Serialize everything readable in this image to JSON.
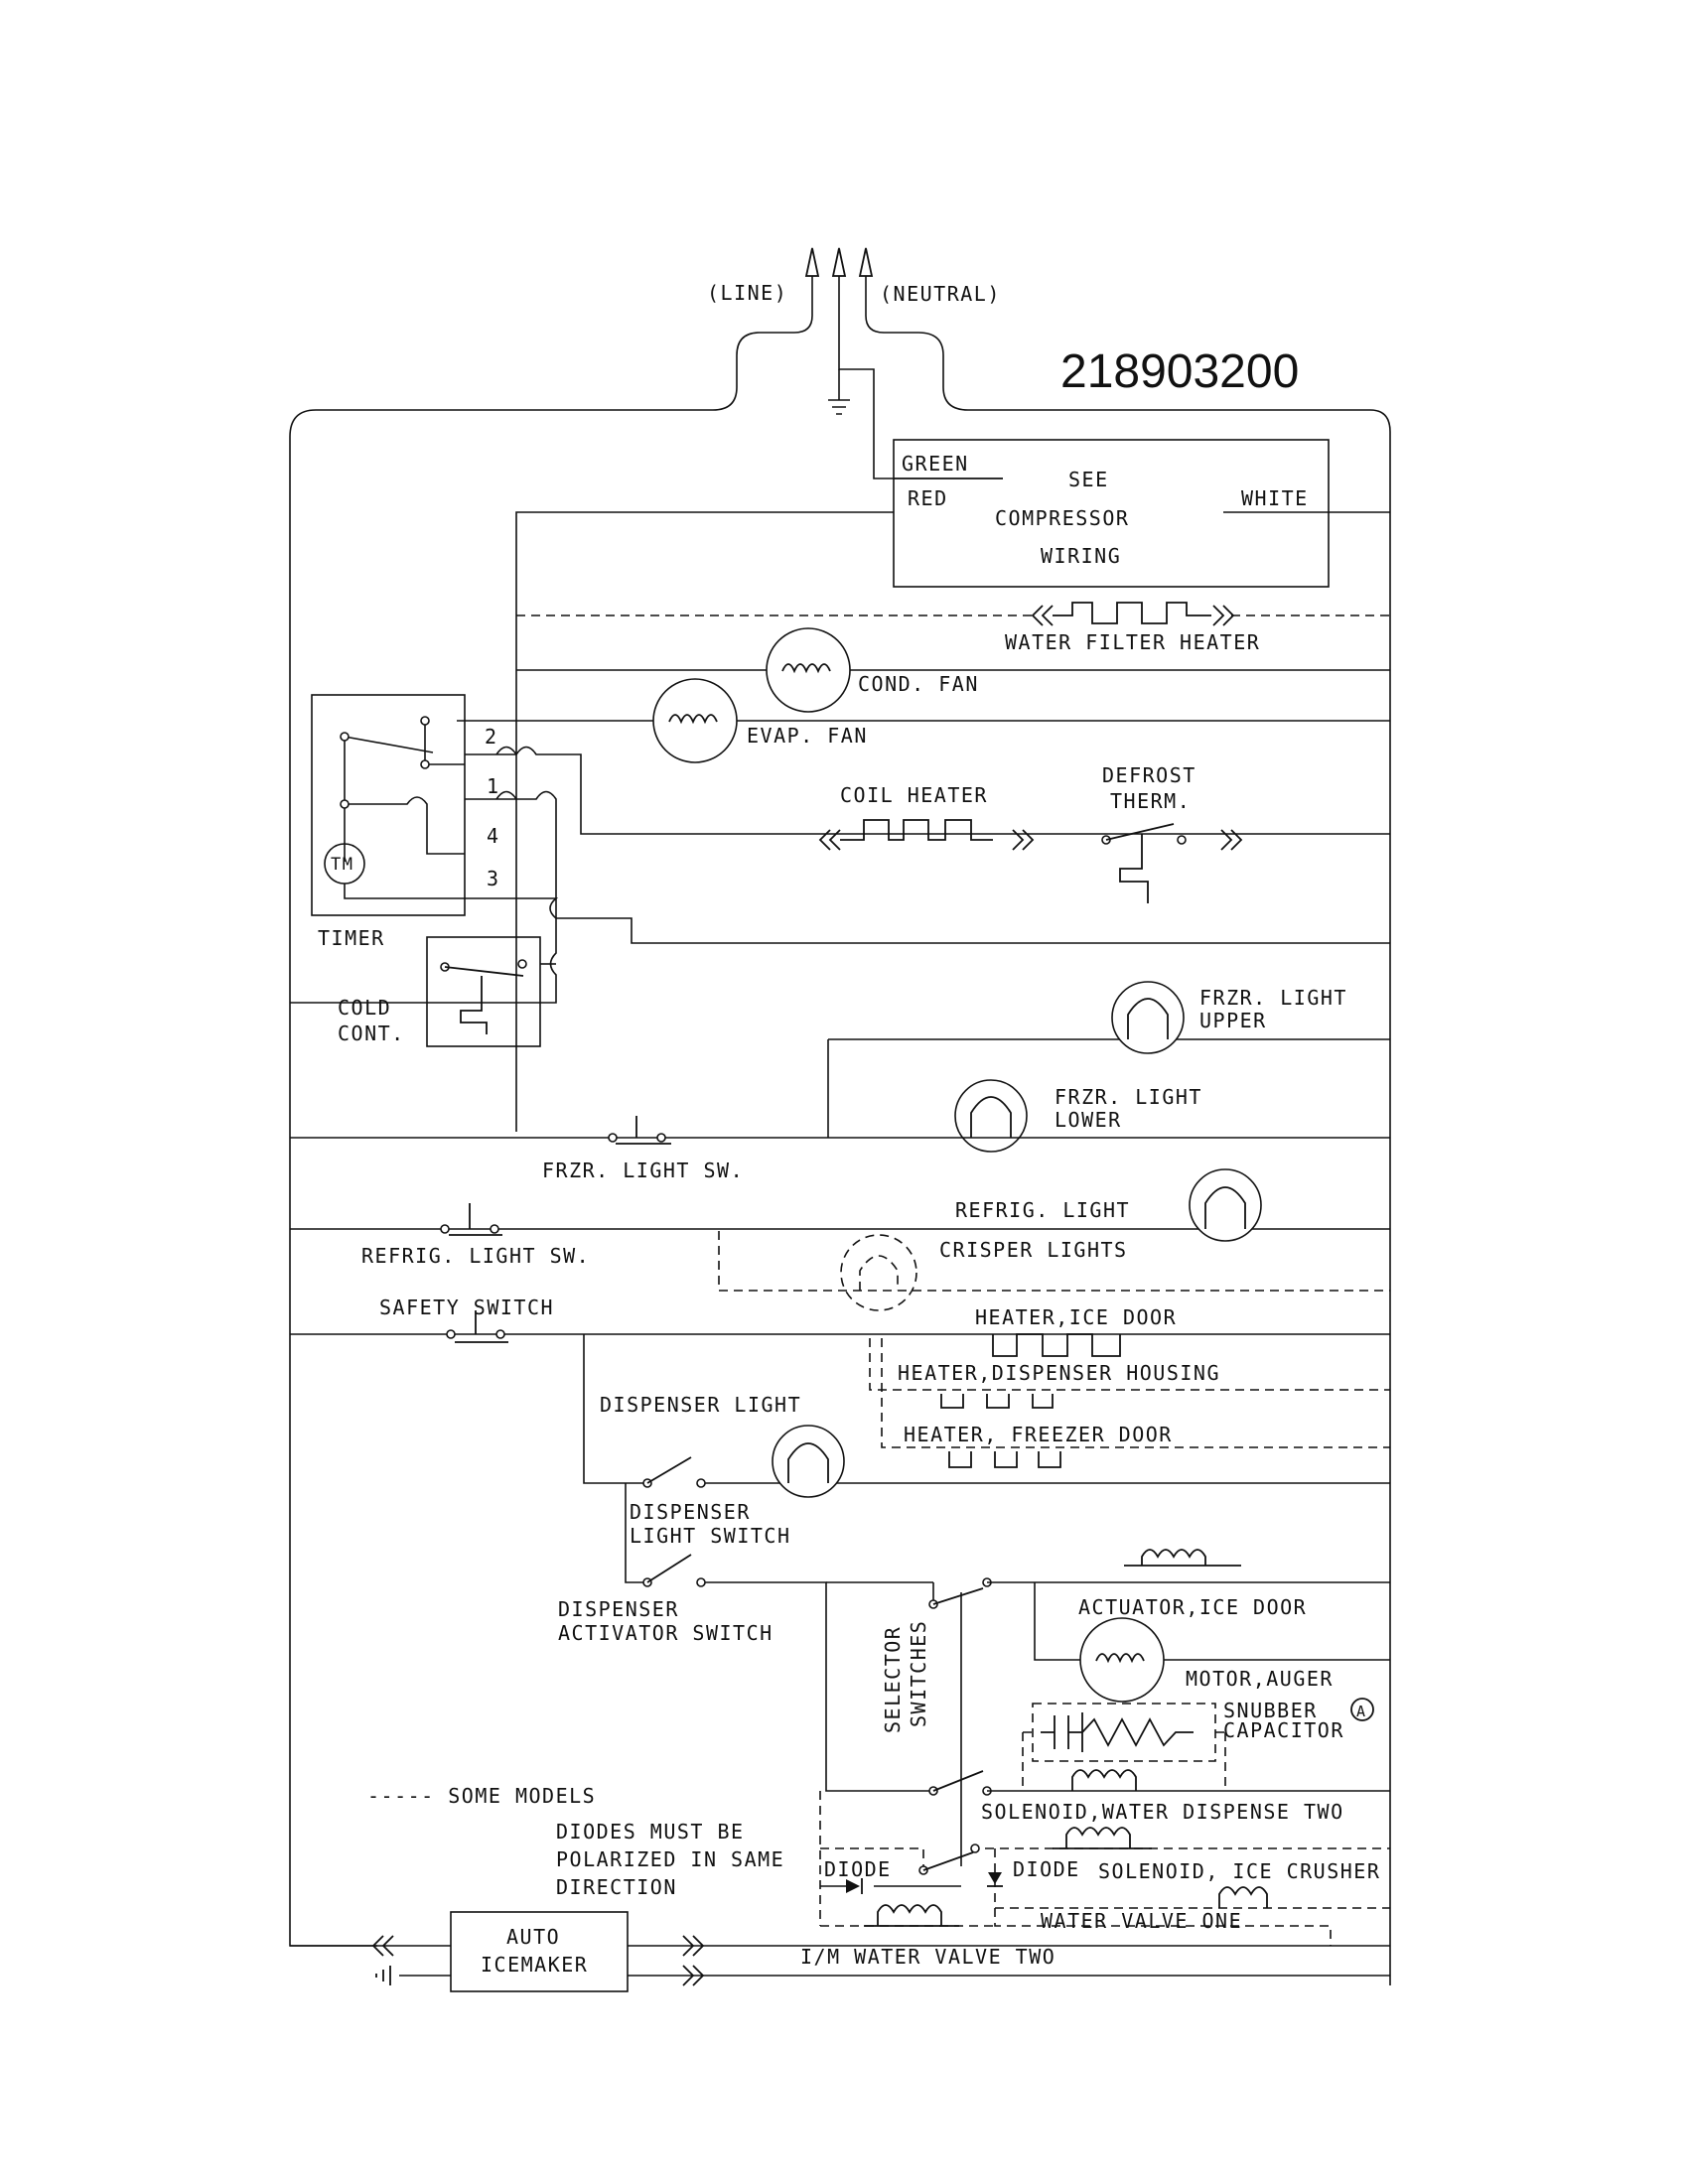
{
  "part_number": "218903200",
  "supply": {
    "line": "(LINE)",
    "neutral": "(NEUTRAL)"
  },
  "compressor_box": {
    "green": "GREEN",
    "red": "RED",
    "white": "WHITE",
    "line1": "SEE",
    "line2": "COMPRESSOR",
    "line3": "WIRING"
  },
  "components": {
    "water_filter_heater": "WATER FILTER HEATER",
    "cond_fan": "COND. FAN",
    "evap_fan": "EVAP. FAN",
    "coil_heater": "COIL HEATER",
    "defrost_therm_1": "DEFROST",
    "defrost_therm_2": "THERM.",
    "timer_label": "TIMER",
    "timer_motor": "TM",
    "timer_t2": "2",
    "timer_t1": "1",
    "timer_t4": "4",
    "timer_t3": "3",
    "cold_cont_1": "COLD",
    "cold_cont_2": "CONT.",
    "frzr_light_upper_1": "FRZR. LIGHT",
    "frzr_light_upper_2": "UPPER",
    "frzr_light_lower_1": "FRZR. LIGHT",
    "frzr_light_lower_2": "LOWER",
    "frzr_light_sw": "FRZR. LIGHT SW.",
    "refrig_light": "REFRIG. LIGHT",
    "refrig_light_sw": "REFRIG. LIGHT SW.",
    "crisper_lights": "CRISPER LIGHTS",
    "safety_switch": "SAFETY SWITCH",
    "heater_ice_door": "HEATER,ICE DOOR",
    "heater_dispenser_housing": "HEATER,DISPENSER HOUSING",
    "heater_freezer_door": "HEATER, FREEZER DOOR",
    "dispenser_light": "DISPENSER LIGHT",
    "dispenser_light_switch_1": "DISPENSER",
    "dispenser_light_switch_2": "LIGHT SWITCH",
    "dispenser_activator_1": "DISPENSER",
    "dispenser_activator_2": "ACTIVATOR SWITCH",
    "actuator_ice_door": "ACTUATOR,ICE DOOR",
    "motor_auger": "MOTOR,AUGER",
    "snubber_1": "SNUBBER",
    "snubber_2": "CAPACITOR",
    "snubber_mark": "A",
    "selector_1": "SELECTOR",
    "selector_2": "SWITCHES",
    "solenoid_two": "SOLENOID,WATER DISPENSE TWO",
    "diode_left": "DIODE",
    "diode_right": "DIODE",
    "solenoid_ice_crusher": "SOLENOID, ICE CRUSHER",
    "water_valve_one": "WATER VALVE ONE",
    "auto_icemaker_1": "AUTO",
    "auto_icemaker_2": "ICEMAKER",
    "im_water_valve_two": "I/M WATER VALVE TWO"
  },
  "notes": {
    "some_models": "----- SOME MODELS",
    "diodes_1": "DIODES MUST BE",
    "diodes_2": "POLARIZED IN SAME",
    "diodes_3": "DIRECTION"
  }
}
